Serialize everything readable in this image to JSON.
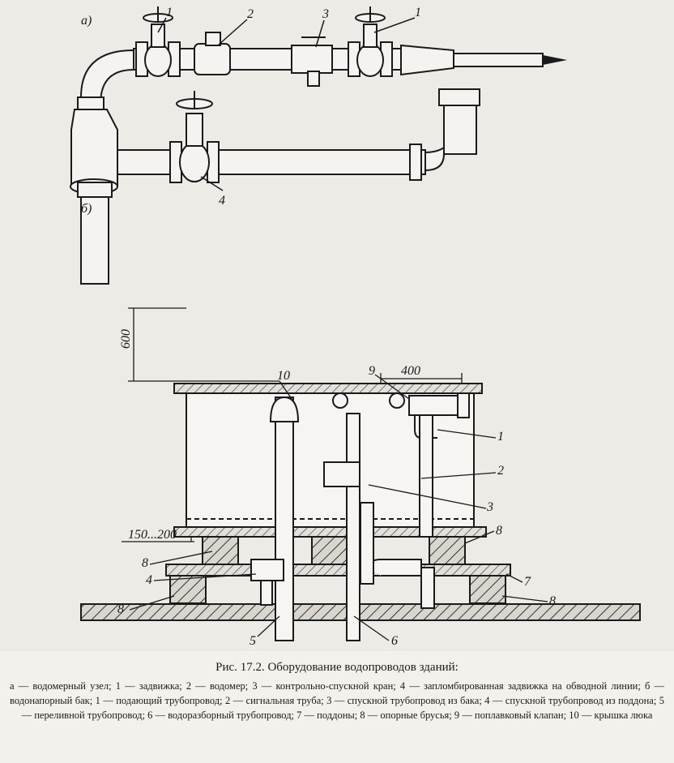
{
  "figure": {
    "labels": {
      "part_a": "а)",
      "part_b": "б)",
      "n1_left": "1",
      "n2_top": "2",
      "n3_top": "3",
      "n1_right": "1",
      "n4_top": "4",
      "dim_600": "600",
      "dim_400": "400",
      "dim_150_200": "150...200",
      "n10": "10",
      "n9": "9",
      "n1_tank": "1",
      "n2_tank": "2",
      "n3_tank": "3",
      "n8_right_upper": "8",
      "n7": "7",
      "n8_right_lower": "8",
      "n8_left_upper": "8",
      "n4_tank": "4",
      "n8_left_lower": "8",
      "n5": "5",
      "n6": "6"
    }
  },
  "caption": {
    "title": "Рис. 17.2. Оборудование водопроводов зданий:",
    "text": "а — водомерный узел; 1 — задвижка; 2 — водомер; 3 — контрольно-спускной кран; 4 — запломбированная задвижка на обводной линии; б — водонапорный бак; 1 — подающий трубопровод; 2 — сигнальная труба; 3 — спускной трубопровод из бака; 4 — спускной трубопровод из поддона; 5 — переливной трубопровод; 6 — водоразборный трубопровод; 7 — поддоны; 8 — опорные брусья; 9 — поплавковый клапан; 10 — крышка люка"
  }
}
